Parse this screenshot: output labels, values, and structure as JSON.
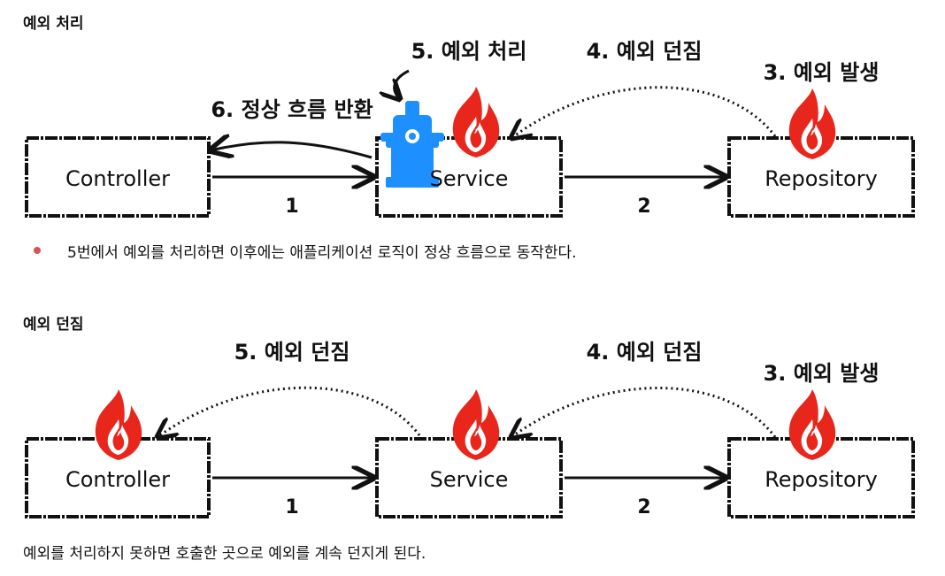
{
  "section1": {
    "heading": "예외 처리",
    "boxes": {
      "controller": "Controller",
      "service": "Service",
      "repository": "Repository"
    },
    "arrow_labels": {
      "call1": "1",
      "call2": "2"
    },
    "annotations": {
      "exception_raised": "3. 예외 발생",
      "exception_thrown": "4. 예외 던짐",
      "exception_handled": "5. 예외 처리",
      "normal_flow": "6. 정상 흐름 반환"
    },
    "bullet": "5번에서 예외를 처리하면 이후에는 애플리케이션 로직이 정상 흐름으로 동작한다."
  },
  "section2": {
    "heading": "예외 던짐",
    "boxes": {
      "controller": "Controller",
      "service": "Service",
      "repository": "Repository"
    },
    "arrow_labels": {
      "call1": "1",
      "call2": "2"
    },
    "annotations": {
      "exception_raised": "3. 예외 발생",
      "exception_thrown_repo": "4. 예외 던짐",
      "exception_thrown_service": "5. 예외 던짐"
    },
    "note": "예외를 처리하지 못하면 호출한 곳으로 예외를 계속 던지게 된다."
  },
  "colors": {
    "flame": "#e8261c",
    "hydrant": "#1e8fff",
    "bullet": "#d9534f",
    "ink": "#111111"
  }
}
